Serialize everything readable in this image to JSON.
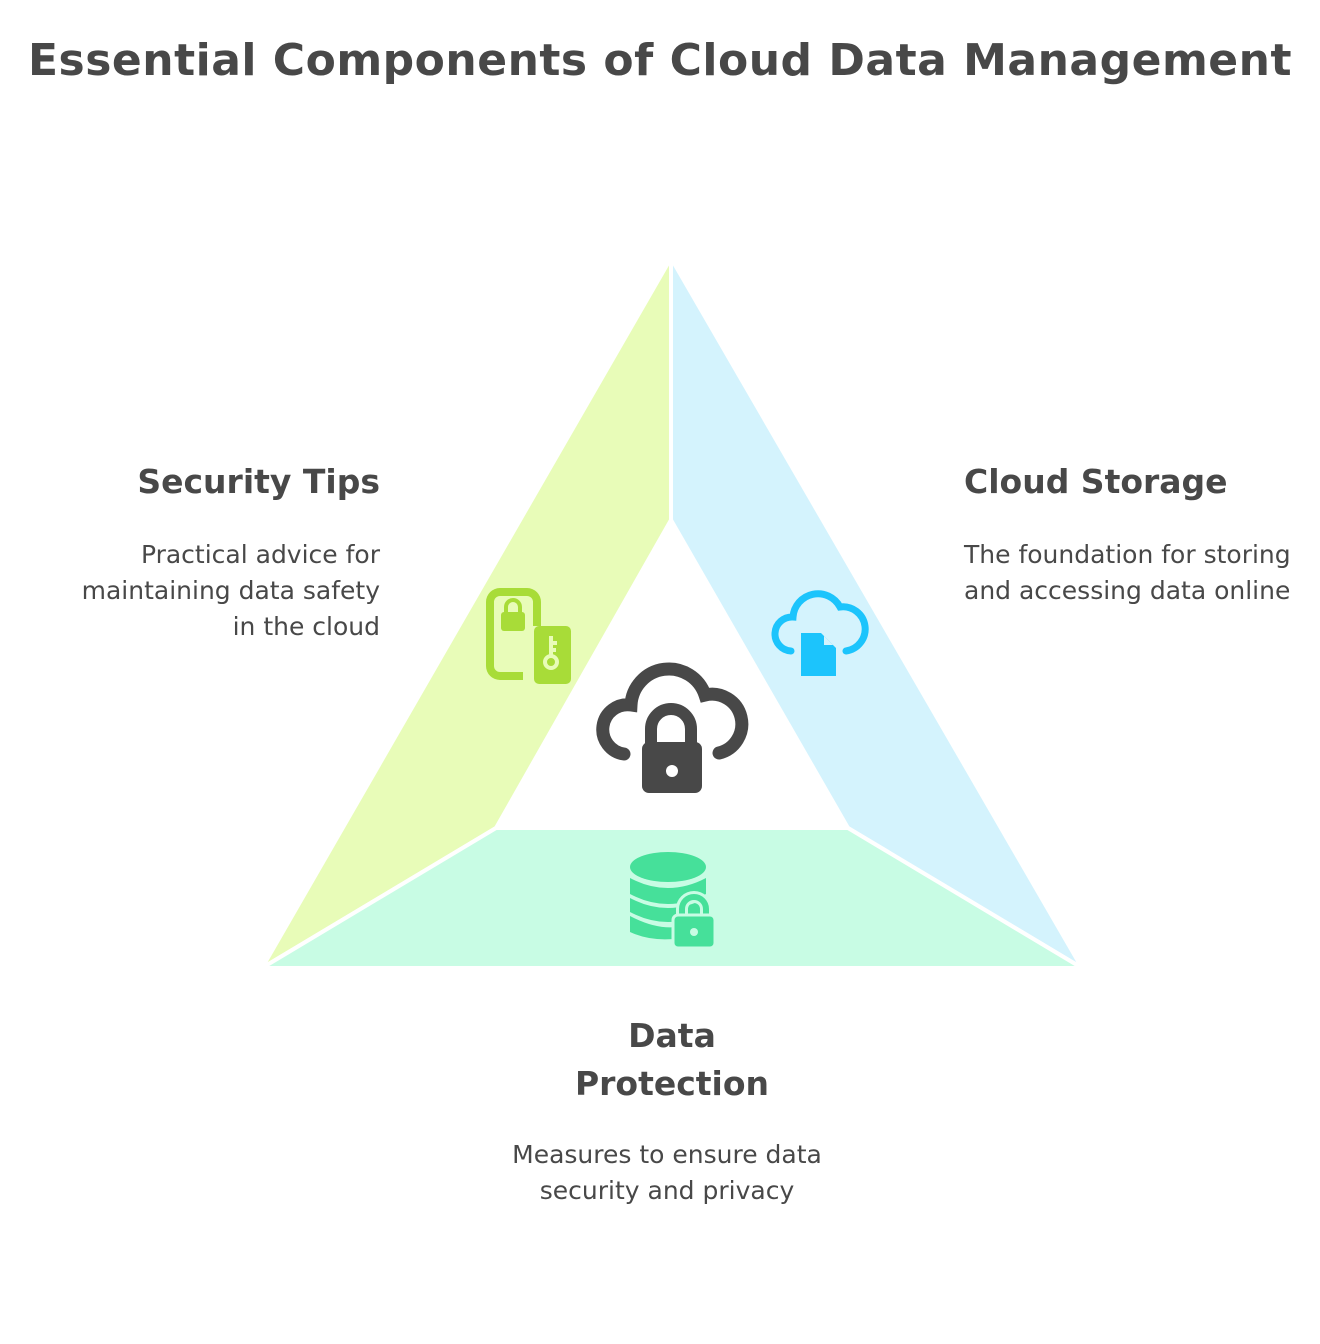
{
  "title": "Essential Components of Cloud Data Management",
  "colors": {
    "security": "#e8fcb8",
    "storage": "#d4f3fd",
    "protection": "#c8fce4",
    "security_icon": "#a8dc38",
    "storage_icon": "#1cc4fc",
    "protection_icon": "#46e09a",
    "center_icon": "#484848"
  },
  "sections": {
    "security": {
      "heading": "Security Tips",
      "description": "Practical advice for maintaining data safety in the cloud",
      "icon": "phone-lock-key-icon"
    },
    "storage": {
      "heading": "Cloud Storage",
      "description": "The foundation for storing and accessing data online",
      "icon": "cloud-file-icon"
    },
    "protection": {
      "heading": "Data Protection",
      "description": "Measures to ensure data security and privacy",
      "icon": "database-lock-icon"
    }
  },
  "center_icon": "cloud-lock-icon"
}
